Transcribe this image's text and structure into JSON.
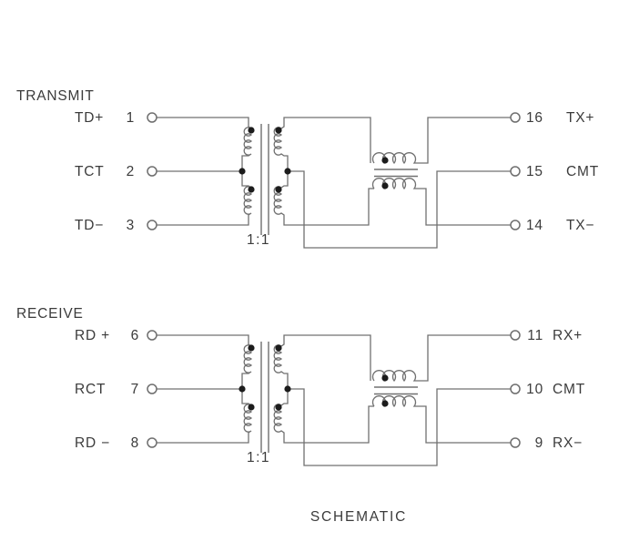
{
  "footer": {
    "label": "SCHEMATIC"
  },
  "colors": {
    "wire": "#707070",
    "text": "#3b3b3b",
    "dot": "#1c1c1c"
  },
  "transmit": {
    "section_label": "TRANSMIT",
    "ratio": "1:1",
    "left_pins": [
      {
        "name": "TD+",
        "number": "1"
      },
      {
        "name": "TCT",
        "number": "2"
      },
      {
        "name": "TD−",
        "number": "3"
      }
    ],
    "right_pins": [
      {
        "number": "16",
        "name": "TX+"
      },
      {
        "number": "15",
        "name": "CMT"
      },
      {
        "number": "14",
        "name": "TX−"
      }
    ]
  },
  "receive": {
    "section_label": "RECEIVE",
    "ratio": "1:1",
    "left_pins": [
      {
        "name": "RD +",
        "number": "6"
      },
      {
        "name": "RCT",
        "number": "7"
      },
      {
        "name": "RD −",
        "number": "8"
      }
    ],
    "right_pins": [
      {
        "number": "11",
        "name": "RX+"
      },
      {
        "number": "10",
        "name": "CMT"
      },
      {
        "number": "9",
        "name": "RX−"
      }
    ]
  }
}
